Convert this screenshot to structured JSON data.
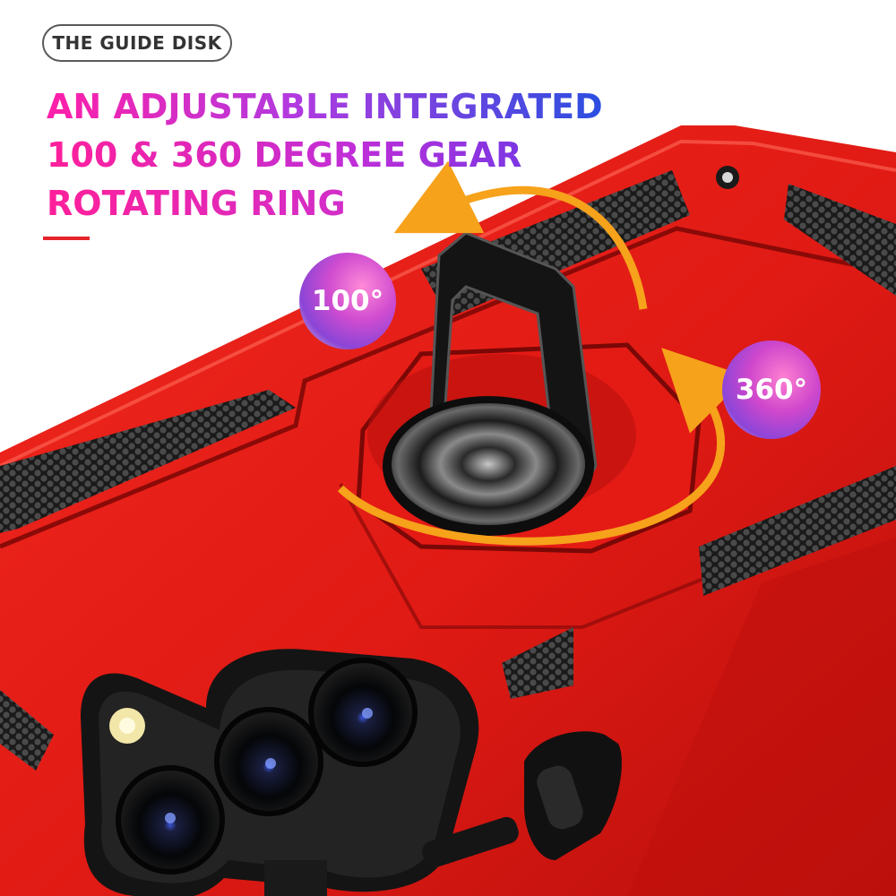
{
  "badge": {
    "label": "THE GUIDE DISK"
  },
  "headline": {
    "line1": "AN ADJUSTABLE INTEGRATED",
    "line2": "100 & 360 DEGREE GEAR",
    "line3": "ROTATING RING"
  },
  "callouts": {
    "tilt": "100°",
    "rotate": "360°"
  },
  "colors": {
    "case_red": "#e31b17",
    "case_dark_red": "#a80f0c",
    "accent_bar": "#e5242b",
    "arrow_orange": "#f6a21b",
    "gradient_pink": "#ff1fa8",
    "gradient_blue": "#2a4fe0"
  },
  "icons": [
    "camera-lens-icon",
    "flash-icon",
    "rotation-arrow-icon",
    "ring-holder-icon"
  ]
}
